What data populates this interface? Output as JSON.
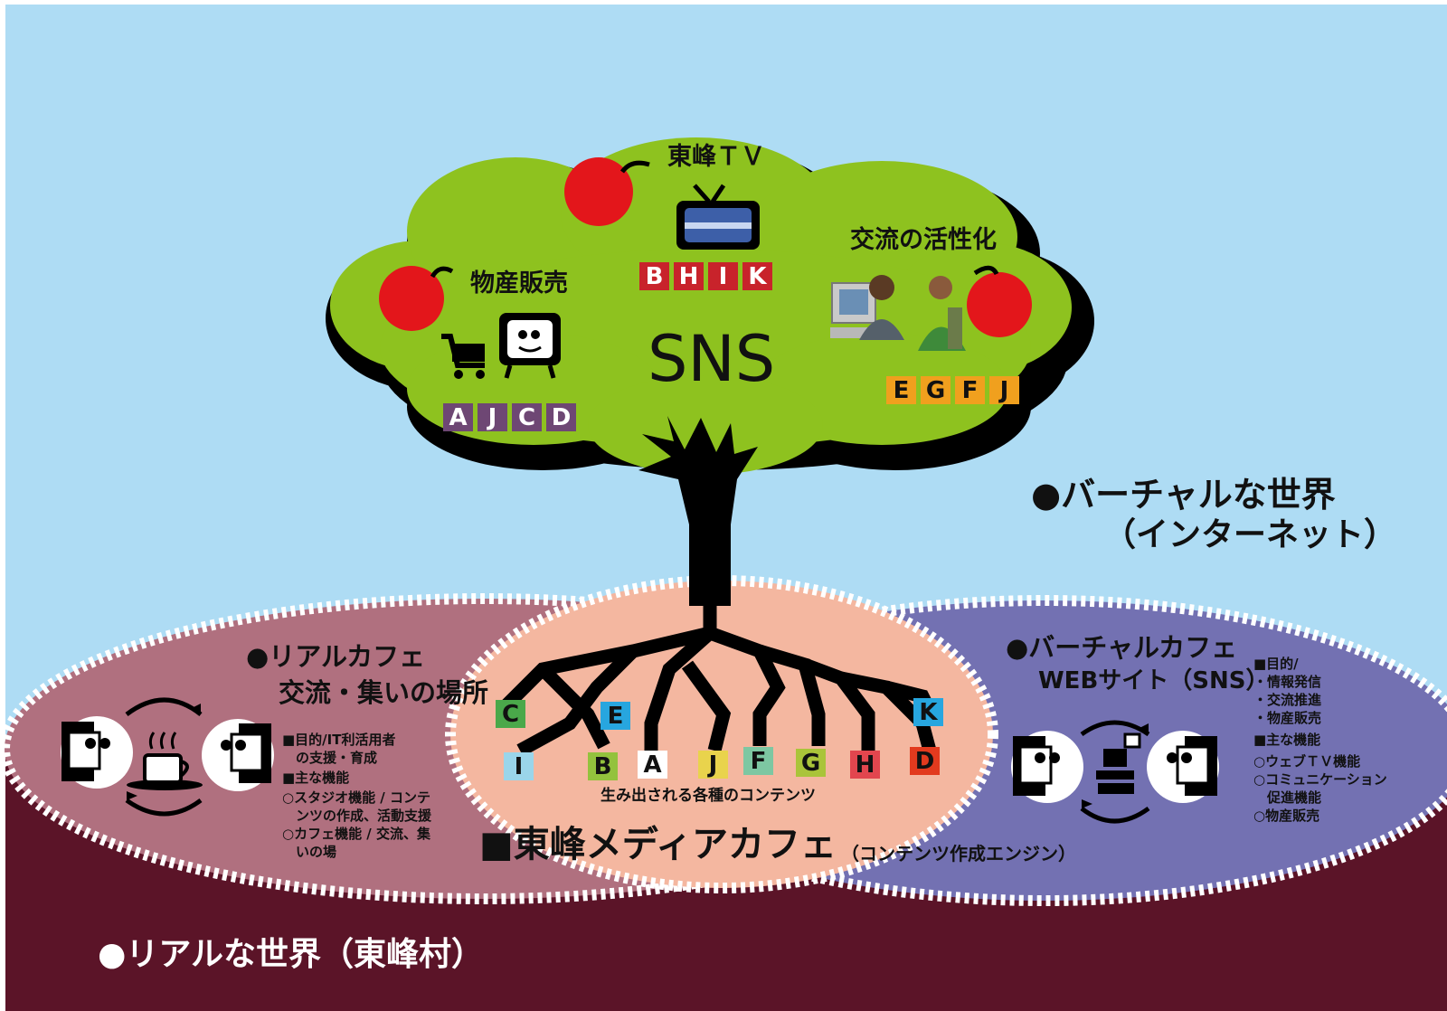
{
  "sns_label": "SNS",
  "apples": [
    {
      "label": "東峰ＴＶ",
      "codes": [
        "B",
        "H",
        "I",
        "K"
      ]
    },
    {
      "label": "物産販売",
      "codes": [
        "A",
        "J",
        "C",
        "D"
      ]
    },
    {
      "label": "交流の活性化",
      "codes": [
        "E",
        "G",
        "F",
        "J"
      ]
    }
  ],
  "virtual_world": {
    "title": "●バーチャルな世界",
    "subtitle": "（インターネット）"
  },
  "real_world": {
    "title": "●リアルな世界（東峰村）"
  },
  "real_cafe": {
    "title": "●リアルカフェ",
    "subtitle": "交流・集いの場所",
    "lines": [
      "■目的/IT利活用者",
      "　の支援・育成",
      "■主な機能",
      "○スタジオ機能 / コンテ",
      "　ンツの作成、活動支援",
      "○カフェ機能 / 交流、集",
      "　いの場"
    ]
  },
  "virtual_cafe": {
    "title": "●バーチャルカフェ",
    "subtitle": "WEBサイト（SNS）",
    "lines": [
      "■目的/",
      "・情報発信",
      "・交流推進",
      "・物産販売",
      "■主な機能",
      "○ウェブＴＶ機能",
      "○コミュニケーション",
      "　促進機能",
      "○物産販売"
    ]
  },
  "media_cafe": {
    "title": "■東峰メディアカフェ",
    "note": "（コンテンツ作成エンジン）"
  },
  "contents_caption": "生み出される各種のコンテンツ",
  "content_codes": [
    "C",
    "E",
    "K",
    "I",
    "B",
    "A",
    "J",
    "F",
    "G",
    "H",
    "D"
  ],
  "colors": {
    "sky": "#aedcf4",
    "ground": "#5b1428",
    "real_cafe": "#b0707f",
    "virtual_cafe": "#7371b2",
    "media_cafe": "#f4b7a0",
    "foliage": "#8ec21f",
    "apple": "#e3161b",
    "badge_tv": "#c8232b",
    "badge_goods": "#6e4774",
    "badge_exchange": "#f0a01e"
  }
}
